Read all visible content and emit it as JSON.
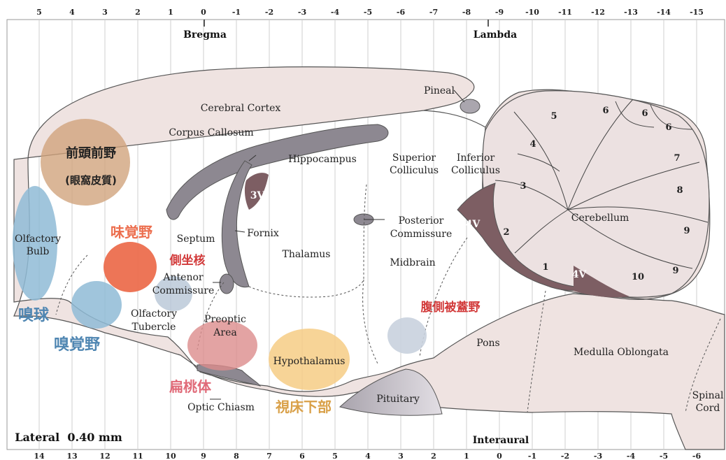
{
  "top_scale": [
    "5",
    "4",
    "3",
    "2",
    "1",
    "0",
    "-1",
    "-2",
    "-3",
    "-4",
    "-5",
    "-6",
    "-7",
    "-8",
    "-9",
    "-10",
    "-11",
    "-12",
    "-13",
    "-14",
    "-15"
  ],
  "bottom_scale": [
    "14",
    "13",
    "12",
    "11",
    "10",
    "9",
    "8",
    "7",
    "6",
    "5",
    "4",
    "3",
    "2",
    "1",
    "0",
    "-1",
    "-2",
    "-3",
    "-4",
    "-5",
    "-6"
  ],
  "landmarks": {
    "bregma": "Bregma",
    "lambda": "Lambda",
    "interaural": "Interaural",
    "lateral": "Lateral  0.40 mm"
  },
  "regions": {
    "cerebral_cortex": "Cerebral Cortex",
    "corpus_callosum": "Corpus Callosum",
    "hippocampus": "Hippocampus",
    "pineal": "Pineal",
    "superior_colliculus_1": "Superior",
    "superior_colliculus_2": "Colliculus",
    "inferior_colliculus_1": "Inferior",
    "inferior_colliculus_2": "Colliculus",
    "olfactory_bulb_1": "Olfactory",
    "olfactory_bulb_2": "Bulb",
    "septum": "Septum",
    "fornix": "Fornix",
    "thalamus": "Thalamus",
    "posterior_commissure_1": "Posterior",
    "posterior_commissure_2": "Commissure",
    "midbrain": "Midbrain",
    "anterior_commissure_1": "Antenor",
    "anterior_commissure_2": "Commissure",
    "olfactory_tubercle_1": "Olfactory",
    "olfactory_tubercle_2": "Tubercle",
    "preoptic_1": "Preoptic",
    "preoptic_2": "Area",
    "hypothalamus": "Hypothalamus",
    "pons": "Pons",
    "medulla": "Medulla Oblongata",
    "optic_chiasm": "Optic Chiasm",
    "pituitary": "Pituitary",
    "spinal_1": "Spinal",
    "spinal_2": "Cord",
    "cerebellum": "Cerebellum",
    "v3": "3V",
    "v4a": "4V",
    "v4b": "4V"
  },
  "lobules": [
    "5",
    "6",
    "6",
    "6",
    "4",
    "7",
    "3",
    "8",
    "9",
    "2",
    "1",
    "10",
    "9"
  ],
  "jp_labels": {
    "prefrontal_1": "前頭前野",
    "prefrontal_2": "(眼窩皮質)",
    "gustatory": "味覚野",
    "accumbens": "側坐核",
    "olfactory_bulb": "嗅球",
    "olfactory_cortex": "嗅覚野",
    "vta": "腹側被蓋野",
    "amygdala": "扁桃体",
    "hypothalamus": "視床下部"
  },
  "colors": {
    "brain_fill": "#efe3e1",
    "brain_stroke": "#555555",
    "tract": "#8d8891",
    "ventricle": "#7d5e63",
    "prefrontal": "#cfa27a",
    "olfactory": "#8fbbd6",
    "gustatory": "#ec6e4e",
    "amygdala_area": "#dc8c8c",
    "hypothalamus_area": "#f6cd85",
    "vta": "#c9d2de",
    "jp_red": "#d23a3a",
    "jp_blue": "#4f86b2",
    "jp_pink": "#e06a78",
    "jp_orange": "#d9a048"
  }
}
